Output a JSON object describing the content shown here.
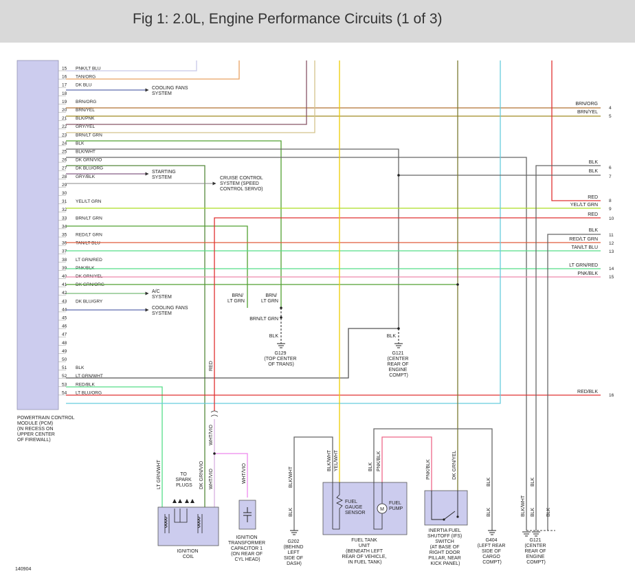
{
  "title": "Fig 1: 2.0L, Engine Performance Circuits (1 of 3)",
  "figure_number": "140904",
  "colors": {
    "pcm_fill": "#ccccee",
    "title_bar": "#d9d9d9",
    "wire_black": "#333333",
    "wire_brown": "#b07030",
    "wire_red": "#e03030",
    "wire_green": "#50a030",
    "wire_yelgrn": "#aadd22",
    "wire_ltgrn": "#55dd88",
    "wire_pink": "#ee88aa",
    "wire_blue": "#334499",
    "wire_gray": "#888888",
    "wire_ltblue": "#66ccdd",
    "wire_violet": "#9955bb",
    "wire_white": "#d7d7d7",
    "wire_orange": "#e8a060",
    "wire_tan": "#d4c28a",
    "wire_yellow": "#eecc00"
  },
  "pcm": {
    "label_lines": [
      "POWERTRAIN CONTROL",
      "MODULE (PCM)",
      "(IN RECESS ON",
      "UPPER CENTER",
      "OF FIREWALL)"
    ],
    "pins": [
      {
        "num": "15",
        "wire": "PNK/LT BLU"
      },
      {
        "num": "16",
        "wire": "TAN/ORG"
      },
      {
        "num": "17",
        "wire": "DK BLU"
      },
      {
        "num": "18",
        "wire": ""
      },
      {
        "num": "19",
        "wire": "BRN/ORG"
      },
      {
        "num": "20",
        "wire": "BRN/YEL"
      },
      {
        "num": "21",
        "wire": "BLK/PNK"
      },
      {
        "num": "22",
        "wire": "GRY/YEL"
      },
      {
        "num": "23",
        "wire": "BRN/LT GRN"
      },
      {
        "num": "24",
        "wire": "BLK"
      },
      {
        "num": "25",
        "wire": "BLK/WHT"
      },
      {
        "num": "26",
        "wire": "DK GRN/VIO"
      },
      {
        "num": "27",
        "wire": "DK BLU/ORG"
      },
      {
        "num": "28",
        "wire": "GRY/BLK"
      },
      {
        "num": "29",
        "wire": ""
      },
      {
        "num": "30",
        "wire": ""
      },
      {
        "num": "31",
        "wire": "YEL/LT GRN"
      },
      {
        "num": "32",
        "wire": ""
      },
      {
        "num": "33",
        "wire": "BRN/LT GRN"
      },
      {
        "num": "34",
        "wire": ""
      },
      {
        "num": "35",
        "wire": "RED/LT GRN"
      },
      {
        "num": "36",
        "wire": "TAN/LT BLU"
      },
      {
        "num": "37",
        "wire": ""
      },
      {
        "num": "38",
        "wire": "LT GRN/RED"
      },
      {
        "num": "39",
        "wire": "PNK/BLK"
      },
      {
        "num": "40",
        "wire": "DK GRN/YEL"
      },
      {
        "num": "41",
        "wire": "DK GRN/ORG"
      },
      {
        "num": "42",
        "wire": ""
      },
      {
        "num": "43",
        "wire": "DK BLU/GRY"
      },
      {
        "num": "44",
        "wire": ""
      },
      {
        "num": "45",
        "wire": ""
      },
      {
        "num": "46",
        "wire": ""
      },
      {
        "num": "47",
        "wire": ""
      },
      {
        "num": "48",
        "wire": ""
      },
      {
        "num": "49",
        "wire": ""
      },
      {
        "num": "50",
        "wire": ""
      },
      {
        "num": "51",
        "wire": "BLK"
      },
      {
        "num": "52",
        "wire": "LT GRN/WHT"
      },
      {
        "num": "53",
        "wire": "RED/BLK"
      },
      {
        "num": "54",
        "wire": "LT BLU/ORG"
      }
    ]
  },
  "connector_right": {
    "pins": [
      "4",
      "5",
      "6",
      "7",
      "8",
      "9",
      "10",
      "11",
      "12",
      "13",
      "14",
      "15",
      "16"
    ],
    "labels": {
      "p4": "BRN/ORG",
      "p5": "BRN/YEL",
      "p6": "BLK",
      "p7": "BLK",
      "red_top": "RED",
      "p9": "YEL/LT GRN",
      "p10": "RED",
      "blk11": "BLK",
      "p12": "RED/LT GRN",
      "p13": "TAN/LT BLU",
      "p14": "LT GRN/RED",
      "p15": "PNK/BLK",
      "p16": "RED/BLK"
    }
  },
  "circuits": {
    "cooling_fans_1": [
      "COOLING FANS",
      "SYSTEM"
    ],
    "starting": [
      "STARTING",
      "SYSTEM"
    ],
    "cruise": [
      "CRUISE CONTROL",
      "SYSTEM (SPEED",
      "CONTROL SERVO)"
    ],
    "ac": [
      "A/C",
      "SYSTEM"
    ],
    "cooling_fans_2": [
      "COOLING FANS",
      "SYSTEM"
    ]
  },
  "trans_wires": {
    "brn_ltgrn_a": [
      "BRN/",
      "LT GRN"
    ],
    "brn_ltgrn_b": [
      "BRN/",
      "LT GRN"
    ],
    "brn_ltgrn_c": "BRN/LT GRN",
    "blk": "BLK"
  },
  "vertical_labels": {
    "red": "RED",
    "wht_vio_a": "WHT/VIO",
    "wht_vio_b": "WHT/VIO",
    "wht_vio_c": "WHT/VIO",
    "lt_grn_wht": "LT GRN/WHT",
    "dk_grn_vio": "DK GRN/VIO",
    "blk_wht_g202": "BLK/WHT",
    "blk_g202": "BLK",
    "blk_wht_ft": "BLK/WHT",
    "yel_wht": "YEL/WHT",
    "blk_ft": "BLK",
    "pnk_blk_ft": "PNK/BLK",
    "pnk_blk_ifs": "PNK/BLK",
    "dk_grn_yel": "DK GRN/YEL",
    "blk_g404_a": "BLK",
    "blk_g404_b": "BLK",
    "blk_wht_g121": "BLK/WHT",
    "blk_g121_a": "BLK",
    "blk_g121_b": "BLK",
    "blk_g121_c": "BLK",
    "blk_g121_d": "BLK"
  },
  "components": {
    "to_spark_plugs": [
      "TO",
      "SPARK",
      "PLUGS"
    ],
    "ignition_coil": [
      "IGNITION",
      "COIL"
    ],
    "transformer": [
      "IGNITION",
      "TRANSFORMER",
      "CAPACITOR 1",
      "(ON REAR OF",
      "CYL HEAD)"
    ],
    "g202": [
      "G202",
      "(BEHIND",
      "LEFT",
      "SIDE OF",
      "DASH)"
    ],
    "fuel_tank_unit": [
      "FUEL TANK",
      "UNIT",
      "(BENEATH LEFT",
      "REAR OF VEHICLE,",
      "IN FUEL TANK)"
    ],
    "fuel_gauge_sensor": [
      "FUEL",
      "GAUGE",
      "SENSOR"
    ],
    "fuel_pump": [
      "FUEL",
      "PUMP"
    ],
    "pump_symbol": "M",
    "ifs_switch": [
      "INERTIA FUEL",
      "SHUTOFF (IFS)",
      "SWITCH",
      "(AT BASE OF",
      "RIGHT DOOR",
      "PILLAR, NEAR",
      "KICK PANEL)"
    ],
    "g404": [
      "G404",
      "(LEFT REAR",
      "SIDE OF",
      "CARGO",
      "COMPT)"
    ],
    "g121_bottom": [
      "G121",
      "(CENTER",
      "REAR OF",
      "ENGINE",
      "COMPT)"
    ],
    "g129": [
      "G129",
      "(TOP CENTER",
      "OF TRANS)"
    ],
    "g121_mid": [
      "G121",
      "(CENTER",
      "REAR OF",
      "ENGINE",
      "COMPT)"
    ]
  }
}
